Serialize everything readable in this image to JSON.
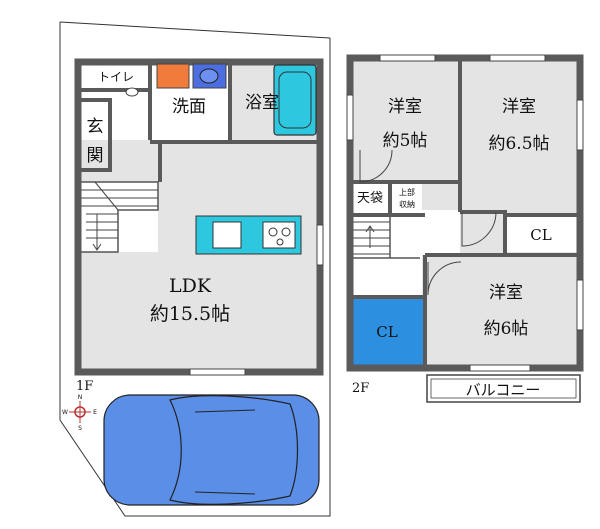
{
  "floor1": {
    "label": "1F",
    "rooms": {
      "toilet": "トイレ",
      "washroom": "洗面",
      "bath": "浴室",
      "entrance_1": "玄",
      "entrance_2": "関",
      "ldk_name": "LDK",
      "ldk_size": "約15.5帖"
    }
  },
  "floor2": {
    "label": "2F",
    "rooms": {
      "room_a_name": "洋室",
      "room_a_size": "約5帖",
      "room_b_name": "洋室",
      "room_b_size": "約6.5帖",
      "room_c_name": "洋室",
      "room_c_size": "約6帖",
      "storage_ceiling": "天袋",
      "upper_storage_1": "上部",
      "upper_storage_2": "収納",
      "closet_1": "CL",
      "closet_2": "CL",
      "balcony": "バルコニー"
    }
  },
  "compass": {
    "n": "N",
    "s": "S",
    "e": "E",
    "w": "W"
  },
  "colors": {
    "floor": "#e4e4e4",
    "wall": "#5a5a5a",
    "water": "#2ec7e0",
    "closet": "#2d8fe0",
    "car": "#5b8ee6",
    "sink_orange": "#f07b3a",
    "sink_blue": "#4b6ee0"
  }
}
